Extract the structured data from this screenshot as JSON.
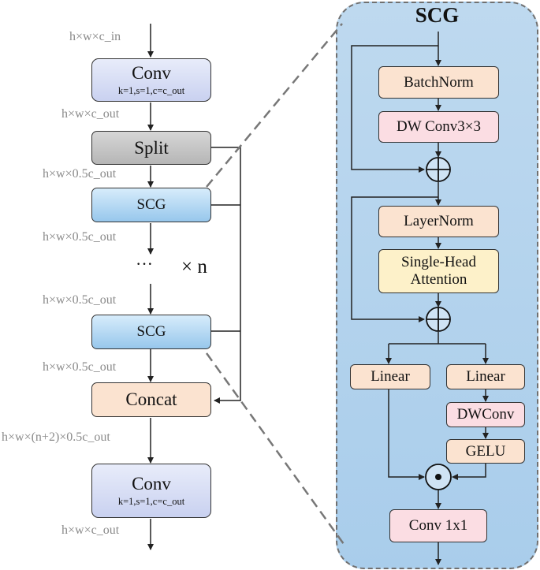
{
  "left": {
    "labels": {
      "in": "h×w×c_in",
      "after_conv1": "h×w×c_out",
      "after_split": "h×w×0.5c_out",
      "after_scg1": "h×w×0.5c_out",
      "before_scg2": "h×w×0.5c_out",
      "after_scg2": "h×w×0.5c_out",
      "after_concat": "h×w×(n+2)×0.5c_out",
      "out": "h×w×c_out"
    },
    "conv1": {
      "title": "Conv",
      "params": "k=1,s=1,c=c_out"
    },
    "split": "Split",
    "scg1": "SCG",
    "ellipsis": "···",
    "repeat": "× n",
    "scg2": "SCG",
    "concat": "Concat",
    "conv2": {
      "title": "Conv",
      "params": "k=1,s=1,c=c_out"
    }
  },
  "panel": {
    "title": "SCG",
    "batchnorm": "BatchNorm",
    "dwconv3": "DW Conv3×3",
    "layernorm": "LayerNorm",
    "attention": "Single-Head Attention",
    "linear1": "Linear",
    "linear2": "Linear",
    "dwconv": "DWConv",
    "gelu": "GELU",
    "conv1x1": "Conv 1x1",
    "add_symbol": "⊕",
    "mul_symbol": "⊙"
  },
  "colors": {
    "conv": "#c9d1f0",
    "split": "#b6b6b6",
    "scg": "#97c7ec",
    "concat": "#fbe3d0",
    "norm": "#fbe3d0",
    "dwconv": "#fbdde3",
    "attention": "#fdf1c9",
    "panel": "#b4d3ed"
  }
}
